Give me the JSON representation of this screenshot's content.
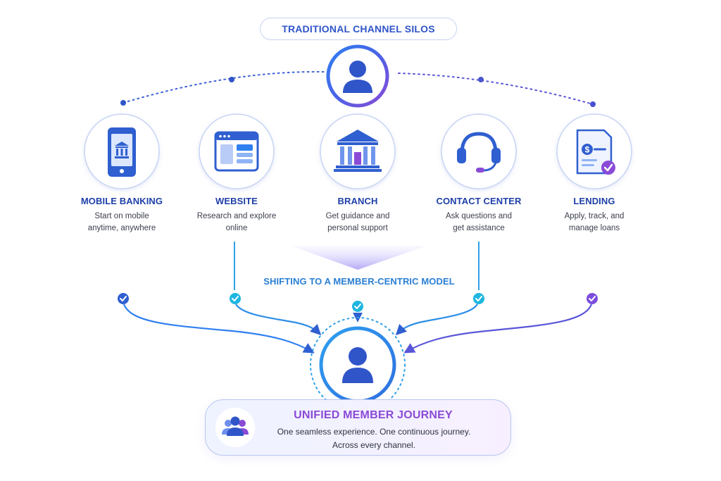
{
  "header": {
    "title": "TRADITIONAL CHANNEL SILOS"
  },
  "channels": [
    {
      "title": "MOBILE BANKING",
      "desc": [
        "Start on mobile",
        "anytime, anywhere"
      ],
      "icon": "mobile-bank-icon"
    },
    {
      "title": "WEBSITE",
      "desc": [
        "Research and explore",
        "online"
      ],
      "icon": "browser-window-icon"
    },
    {
      "title": "BRANCH",
      "desc": [
        "Get guidance and",
        "personal support"
      ],
      "icon": "bank-building-icon"
    },
    {
      "title": "CONTACT CENTER",
      "desc": [
        "Ask questions and",
        "get assistance"
      ],
      "icon": "headset-icon"
    },
    {
      "title": "LENDING",
      "desc": [
        "Apply, track, and",
        "manage loans"
      ],
      "icon": "loan-document-icon"
    }
  ],
  "shift": {
    "label": "SHIFTING TO A MEMBER-CENTRIC MODEL"
  },
  "journey": {
    "title": "UNIFIED MEMBER JOURNEY",
    "desc": [
      "One seamless experience. One continuous journey.",
      "Across every channel."
    ],
    "icon": "member-group-icon"
  },
  "colors": {
    "primary_blue": "#2f5fd0",
    "cyan": "#1fb6e0",
    "purple": "#7c4ddc",
    "title_navy": "#1e3fa8"
  }
}
